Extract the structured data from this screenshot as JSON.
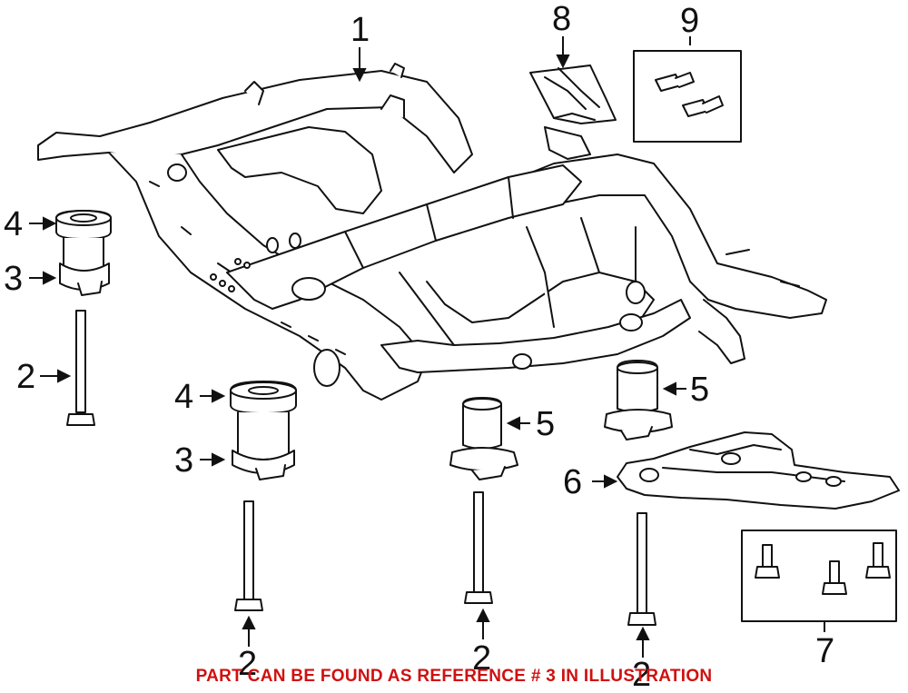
{
  "callouts": {
    "frame": "1",
    "bolt_left": "2",
    "bolt_mid_left": "2",
    "bolt_center": "2",
    "bolt_right": "2",
    "lower_cushion_left": "3",
    "lower_cushion_center": "3",
    "upper_cushion_left": "4",
    "upper_cushion_center": "4",
    "insulator_center": "5",
    "insulator_right": "5",
    "bracket": "6",
    "bolt_kit_lower": "7",
    "shield": "8",
    "bolt_kit_upper": "9"
  },
  "caption": "PART CAN BE FOUND AS REFERENCE # 3 IN ILLUSTRATION",
  "colors": {
    "line": "#111111",
    "caption": "#d01010"
  }
}
